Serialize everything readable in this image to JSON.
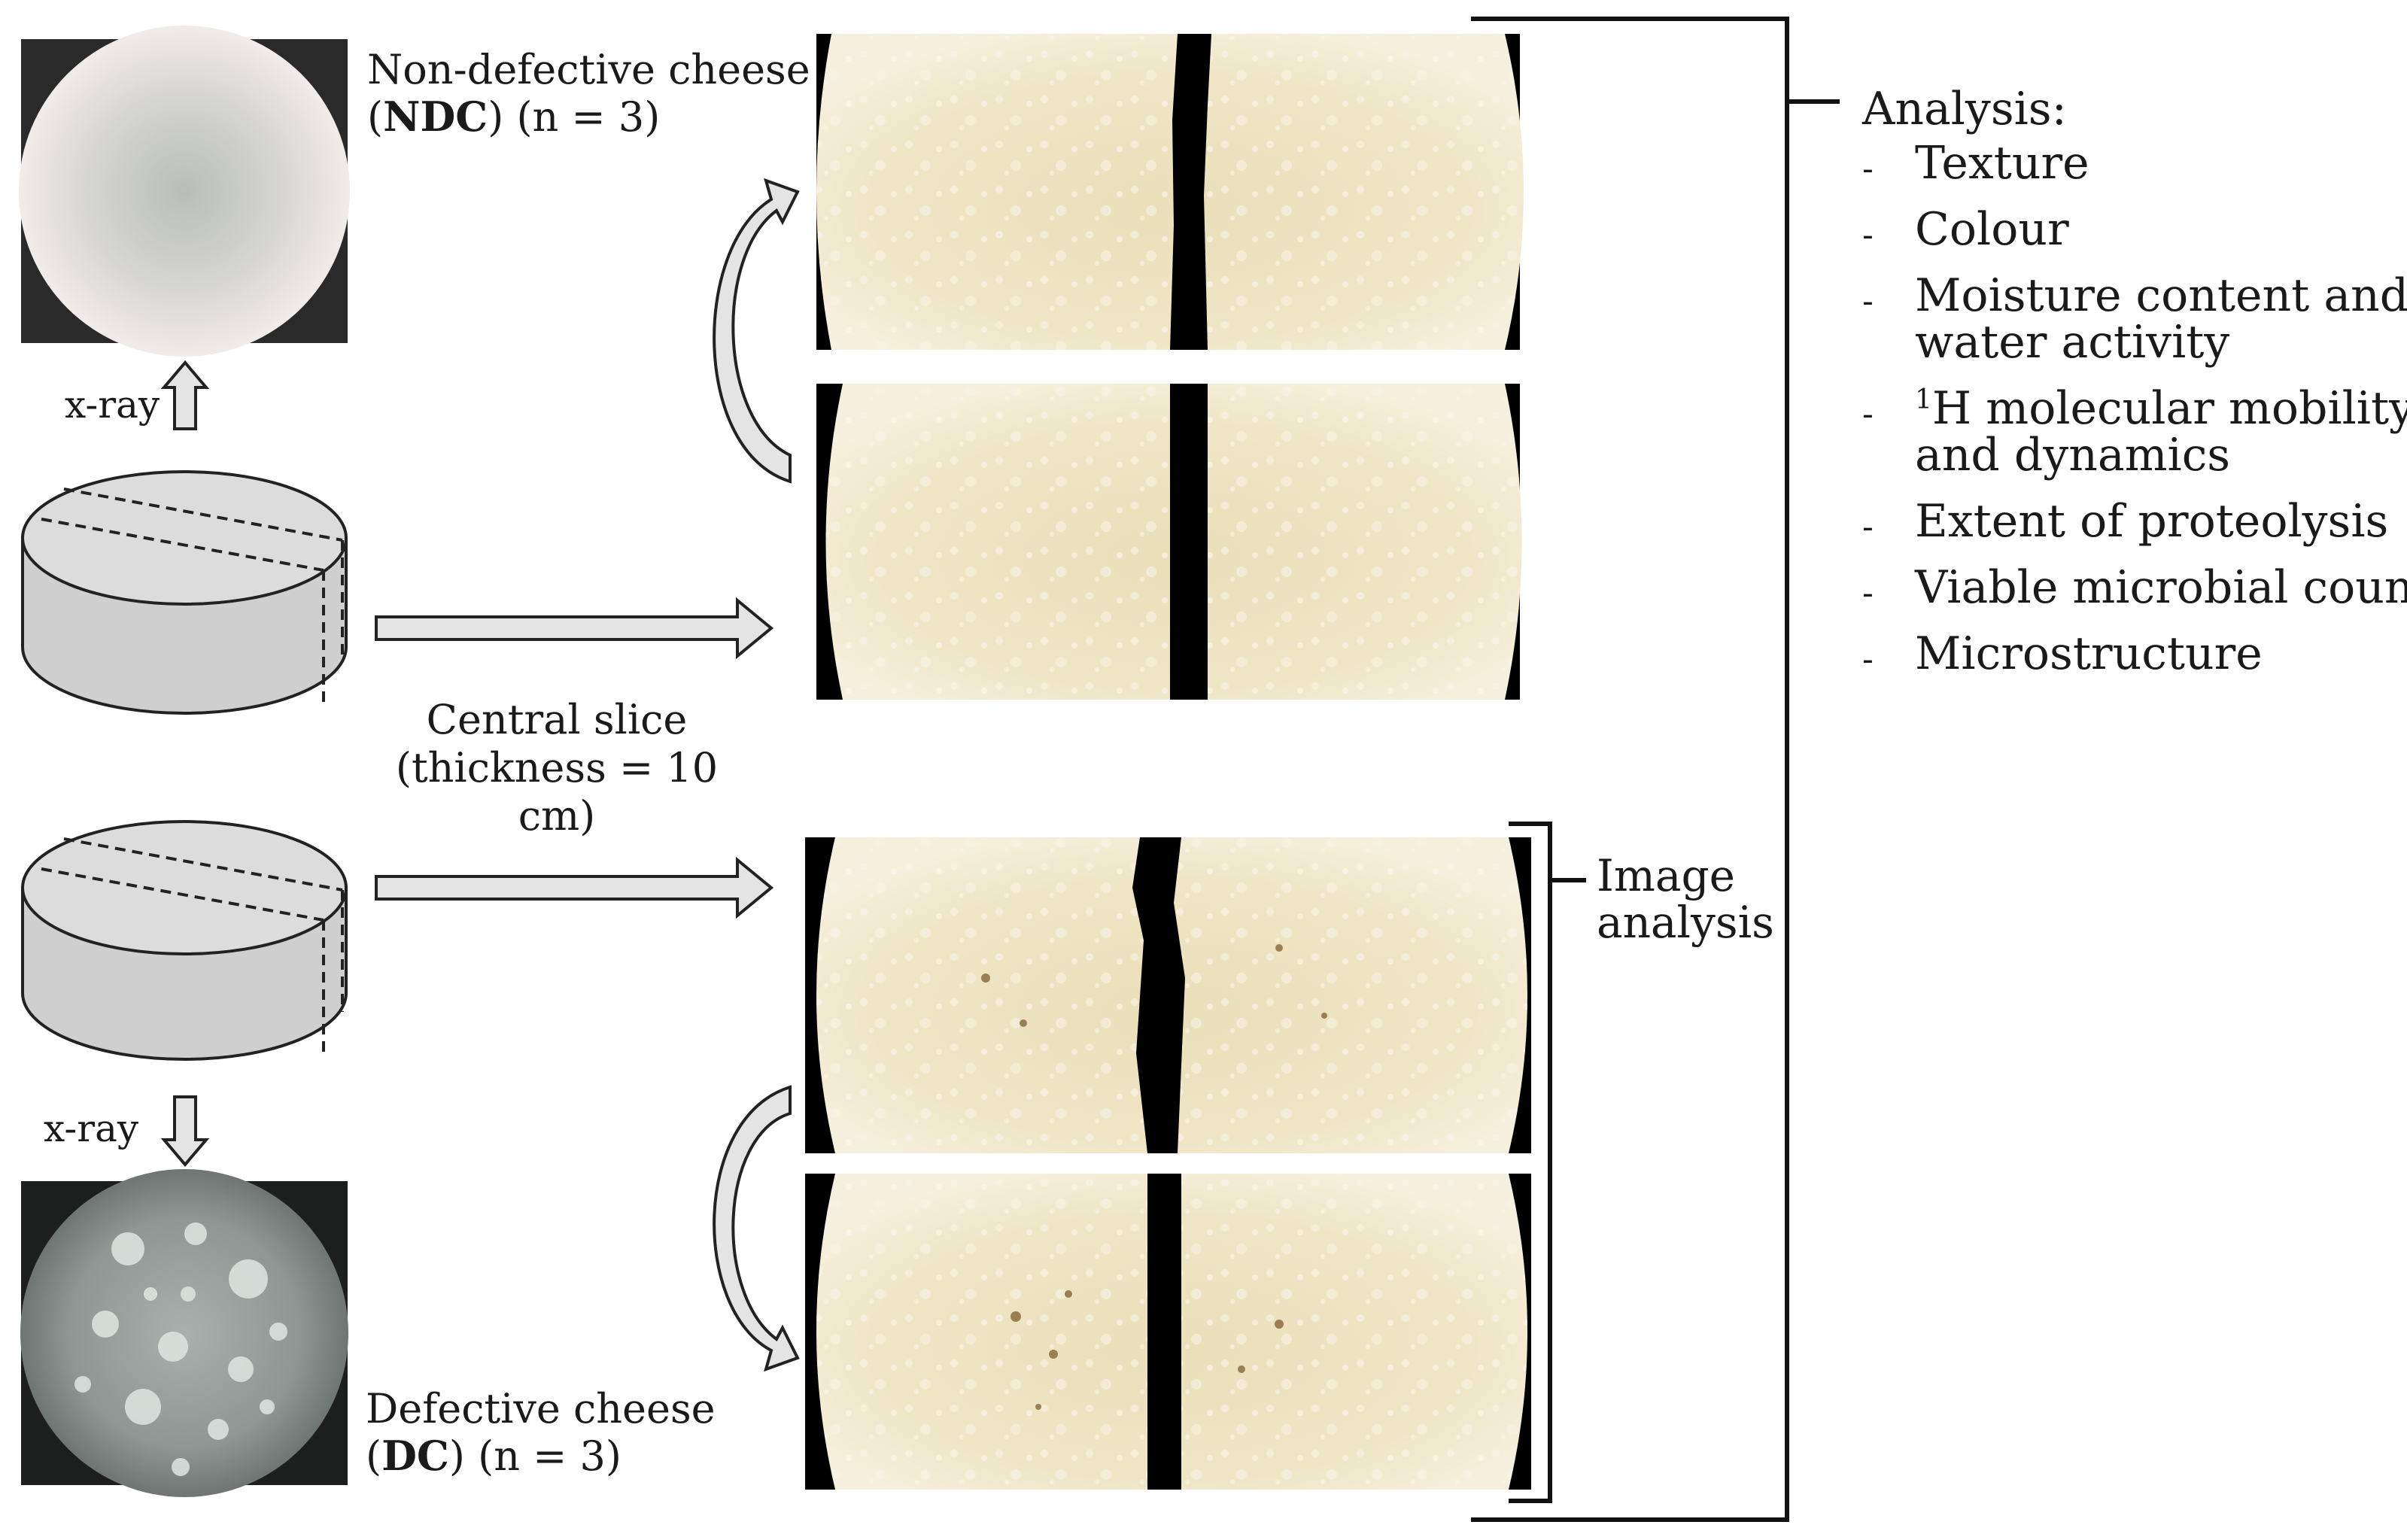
{
  "ndc": {
    "label_line1": "Non-defective cheese",
    "abbr": "NDC",
    "count": "(n = 3)"
  },
  "dc": {
    "label_line1": "Defective cheese",
    "abbr": "DC",
    "count": "(n = 3)"
  },
  "xray_label": "x-ray",
  "central_slice": {
    "line1": "Central slice",
    "line2": "(thickness = 10 cm)"
  },
  "image_analysis": {
    "line1": "Image",
    "line2": "analysis"
  },
  "analysis": {
    "title": "Analysis:",
    "items": [
      {
        "text": "Texture"
      },
      {
        "text": "Colour"
      },
      {
        "text": "Moisture content and water activity"
      },
      {
        "sup": "1",
        "text": "H molecular mobility and dynamics"
      },
      {
        "text": "Extent of proteolysis"
      },
      {
        "text": "Viable microbial counts"
      },
      {
        "text": "Microstructure"
      }
    ]
  },
  "colors": {
    "cheese_face": "#efe6c6",
    "cheese_rind": "#f3eedd",
    "cylinder_top": "#dcdcdc",
    "cylinder_side": "#cfcfcf",
    "arrow_fill": "#e4e4e4",
    "stroke": "#222222",
    "background_black": "#000000"
  }
}
